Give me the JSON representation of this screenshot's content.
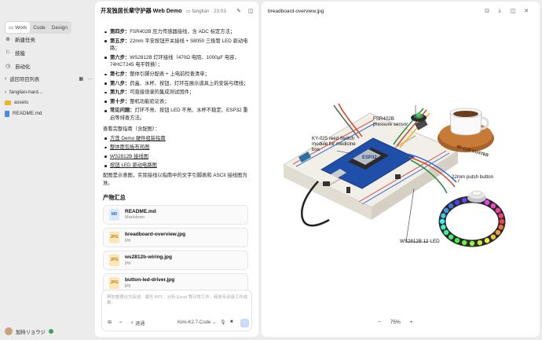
{
  "sidebar": {
    "tabs": [
      {
        "label": "Work",
        "icon": "chat-icon"
      },
      {
        "label": "Code",
        "icon": ""
      },
      {
        "label": "Design",
        "icon": ""
      }
    ],
    "nav": [
      {
        "label": "新建任务",
        "icon": "new-task-icon"
      },
      {
        "label": "技能",
        "icon": "skills-icon"
      },
      {
        "label": "自动化",
        "icon": "automation-icon"
      }
    ],
    "back_label": "返回项目列表",
    "tree": [
      {
        "label": "fanglian-hard...",
        "icon": "folder-icon"
      },
      {
        "label": "assets",
        "icon": "folder-icon"
      },
      {
        "label": "README.md",
        "icon": "file-icon"
      }
    ],
    "user_name": "加持リョウジ"
  },
  "chat": {
    "title": "开发独居长辈守护器 Web Demo",
    "project": "fanglian",
    "time": "23:03",
    "steps": [
      {
        "k": "第四步：",
        "v": "FSR402B 压力传感器接线，含 ADC 标定方法；"
      },
      {
        "k": "第五步：",
        "v": "22mm 平安按钮开关接线 + S8050 三极管 LED 驱动电路；"
      },
      {
        "k": "第六步：",
        "v": "WS2812B 灯环接线（470Ω 电阻、1000μF 电容、74HCT245 电平转换）；"
      },
      {
        "k": "第七步：",
        "v": "整体引脚分配表 + 上电前检查清单；"
      },
      {
        "k": "第八步：",
        "v": "药盒、水杯、按钮、灯环在展示道具上的安装与理线；"
      },
      {
        "k": "第九步：",
        "v": "可直接烧录的集成测试固件；"
      },
      {
        "k": "第十步：",
        "v": "整机功能验证表；"
      },
      {
        "k": "常见问题：",
        "v": "灯环不亮、按钮 LED 不亮、水杯不稳定、ESP32 重启等排查方法。"
      }
    ],
    "guide_intro": "查看完整指南（含配图）：",
    "links": [
      "方莲 Demo 硬件组装指南",
      "整体面包板布局图",
      "WS2812B 接线图",
      "按钮 LED 驱动电路图"
    ],
    "note": "配图是示意图，实际接线以指南中的文字引脚表和 ASCII 接线图为准。",
    "outputs_title": "产物汇总",
    "outputs": [
      {
        "name": "README.md",
        "type": "Markdown",
        "badge": "MD"
      },
      {
        "name": "breadboard-overview.jpg",
        "type": "jpg",
        "badge": "JPG"
      },
      {
        "name": "ws2812b-wiring.jpg",
        "type": "jpg",
        "badge": "JPG"
      },
      {
        "name": "button-led-driver.jpg",
        "type": "jpg",
        "badge": "JPG"
      }
    ],
    "input_placeholder": "帮你整理论文综述、编写 PPT、分析 Excel 等日常工作，释放专业级工作成果。",
    "mode_label": "速通",
    "model_label": "Kimi-K2.7-Code"
  },
  "viewer": {
    "file_title": "breadboard-overview.jpg",
    "zoom": "75%",
    "image_labels": {
      "fsr": "FSR402B",
      "fsr2": "pressure sensor",
      "ky1": "KY-025 reed Switch",
      "ky2": "module for medicine",
      "ky3": "box",
      "cup": "3D CUP COSTER",
      "button": "22mm putsh button",
      "ring": "WS2812B 12-LED",
      "chip": "ESP32"
    }
  }
}
